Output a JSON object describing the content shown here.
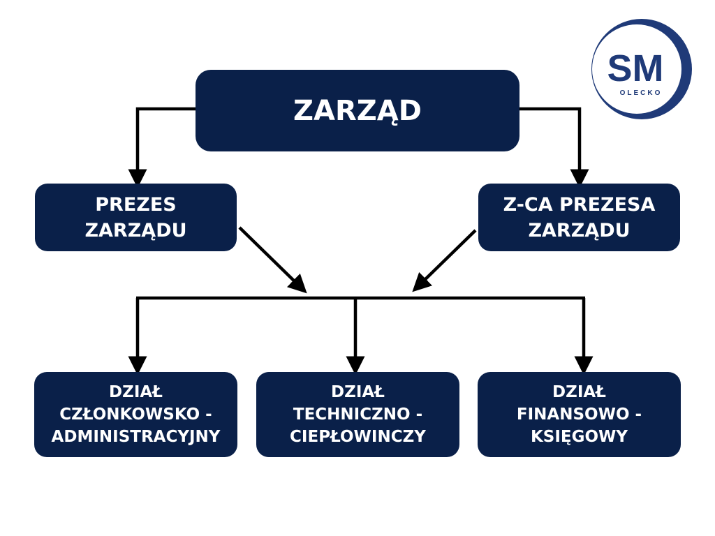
{
  "colors": {
    "box": "#0a2049",
    "line": "#000000",
    "logo": "#1f3a78"
  },
  "logo": {
    "main": "SM",
    "sub": "OLECKO"
  },
  "top": {
    "label": "ZARZĄD"
  },
  "middle": [
    {
      "lines": [
        "PREZES",
        "ZARZĄDU"
      ]
    },
    {
      "lines": [
        "Z-CA PREZESA",
        "ZARZĄDU"
      ]
    }
  ],
  "departments": [
    {
      "lines": [
        "DZIAŁ",
        "CZŁONKOWSKO -",
        "ADMINISTRACYJNY"
      ]
    },
    {
      "lines": [
        "DZIAŁ",
        "TECHNICZNO -",
        "CIEPŁOWINCZY"
      ]
    },
    {
      "lines": [
        "DZIAŁ",
        "FINANSOWO -",
        "KSIĘGOWY"
      ]
    }
  ]
}
